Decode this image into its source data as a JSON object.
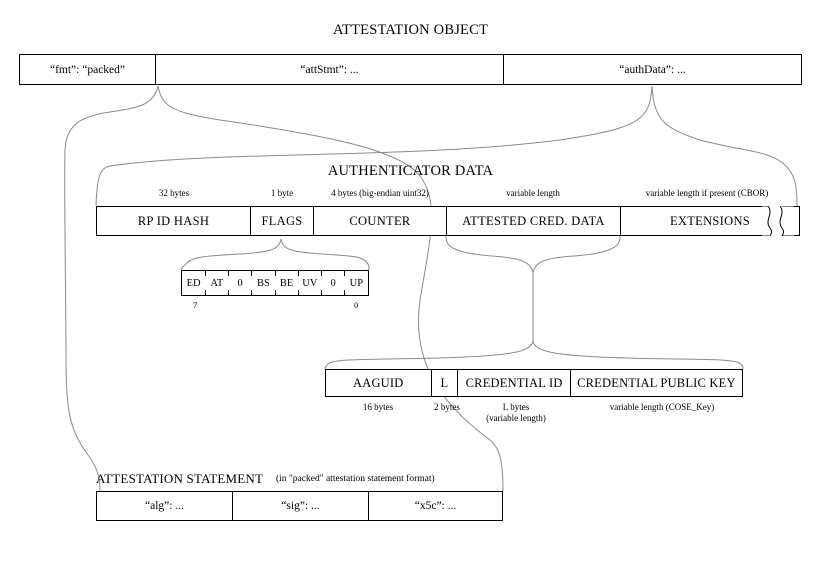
{
  "diagram": {
    "title": "ATTESTATION OBJECT",
    "authenticator_data_title": "AUTHENTICATOR DATA",
    "attestation_statement_title": "ATTESTATION STATEMENT",
    "attestation_statement_subtitle": "(in \"packed\" attestation statement format)"
  },
  "attestation_object": {
    "fields": [
      {
        "label": "“fmt”: “packed”"
      },
      {
        "label": "“attStmt”: ..."
      },
      {
        "label": "“authData”: ..."
      }
    ]
  },
  "authenticator_data": {
    "fields": [
      {
        "label": "RP ID HASH",
        "size": "32 bytes"
      },
      {
        "label": "FLAGS",
        "size": "1 byte"
      },
      {
        "label": "COUNTER",
        "size": "4 bytes (big-endian uint32)"
      },
      {
        "label": "ATTESTED CRED. DATA",
        "size": "variable length"
      },
      {
        "label": "EXTENSIONS",
        "size": "variable length if present (CBOR)"
      }
    ]
  },
  "flags": {
    "bits": [
      {
        "label": "ED"
      },
      {
        "label": "AT"
      },
      {
        "label": "0"
      },
      {
        "label": "BS"
      },
      {
        "label": "BE"
      },
      {
        "label": "UV"
      },
      {
        "label": "0"
      },
      {
        "label": "UP"
      }
    ],
    "high_index": "7",
    "low_index": "0"
  },
  "attested_credential_data": {
    "fields": [
      {
        "label": "AAGUID",
        "size": "16 bytes"
      },
      {
        "label": "L",
        "size": "2 bytes"
      },
      {
        "label": "CREDENTIAL ID",
        "size": "L bytes",
        "size2": "(variable length)"
      },
      {
        "label": "CREDENTIAL PUBLIC KEY",
        "size": "variable length (COSE_Key)"
      }
    ]
  },
  "attestation_statement": {
    "fields": [
      {
        "label": "“alg”: ..."
      },
      {
        "label": "“sig”: ..."
      },
      {
        "label": "“x5c”: ..."
      }
    ]
  },
  "colors": {
    "stroke": "#000000",
    "connector": "#8a8a8a",
    "background": "#ffffff"
  }
}
